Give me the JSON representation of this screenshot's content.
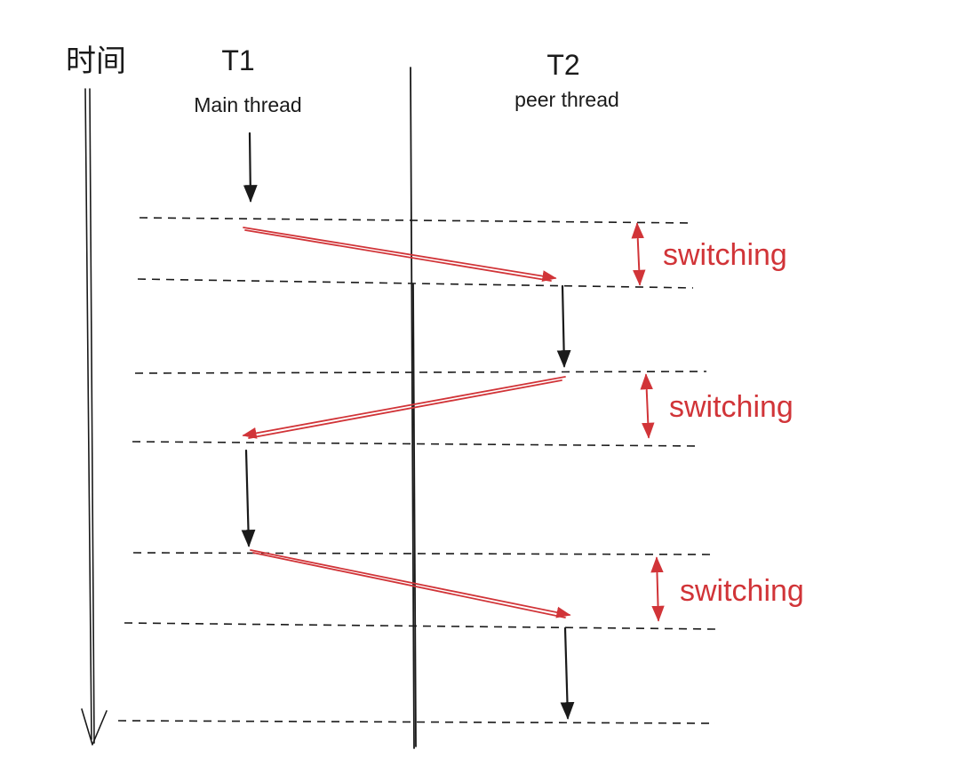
{
  "colors": {
    "ink": "#1a1a1a",
    "accent": "#d13438",
    "background": "#ffffff"
  },
  "axis": {
    "label": "时间",
    "direction": "downward"
  },
  "lanes": [
    {
      "id": "t1",
      "title": "T1",
      "subtitle": "Main thread"
    },
    {
      "id": "t2",
      "title": "T2",
      "subtitle": "peer thread"
    }
  ],
  "switch_label": "switching",
  "switches": [
    {
      "label": "switching",
      "from": "T1",
      "to": "T2"
    },
    {
      "label": "switching",
      "from": "T2",
      "to": "T1"
    },
    {
      "label": "switching",
      "from": "T1",
      "to": "T2"
    }
  ],
  "execution_segments": [
    {
      "thread": "T1",
      "order": 1
    },
    {
      "thread": "T2",
      "order": 2
    },
    {
      "thread": "T1",
      "order": 3
    },
    {
      "thread": "T2",
      "order": 4
    }
  ],
  "icons": {
    "time_axis": "down-arrow-icon",
    "execution": "down-arrow-icon",
    "switch": "diagonal-arrow-icon",
    "switch_span": "double-headed-arrow-icon"
  }
}
